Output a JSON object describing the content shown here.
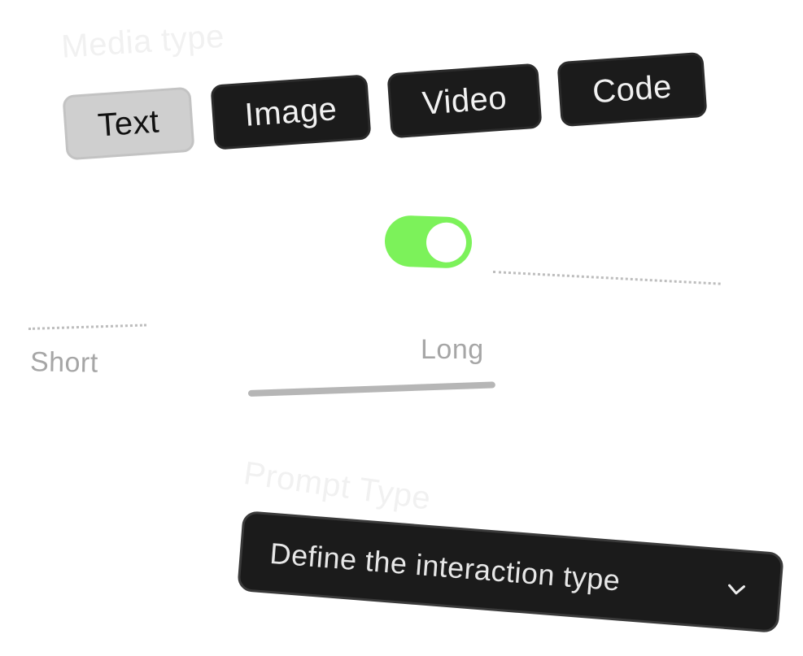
{
  "media": {
    "label": "Media type",
    "options": [
      {
        "label": "Text",
        "selected": true
      },
      {
        "label": "Image",
        "selected": false
      },
      {
        "label": "Video",
        "selected": false
      },
      {
        "label": "Code",
        "selected": false
      }
    ]
  },
  "toggle": {
    "on": true,
    "color": "#7cf25a"
  },
  "length": {
    "min_label": "Short",
    "max_label": "Long"
  },
  "prompt": {
    "label": "Prompt Type",
    "dropdown_value": "Define the interaction type",
    "dropdown_icon": "chevron-down-icon"
  }
}
